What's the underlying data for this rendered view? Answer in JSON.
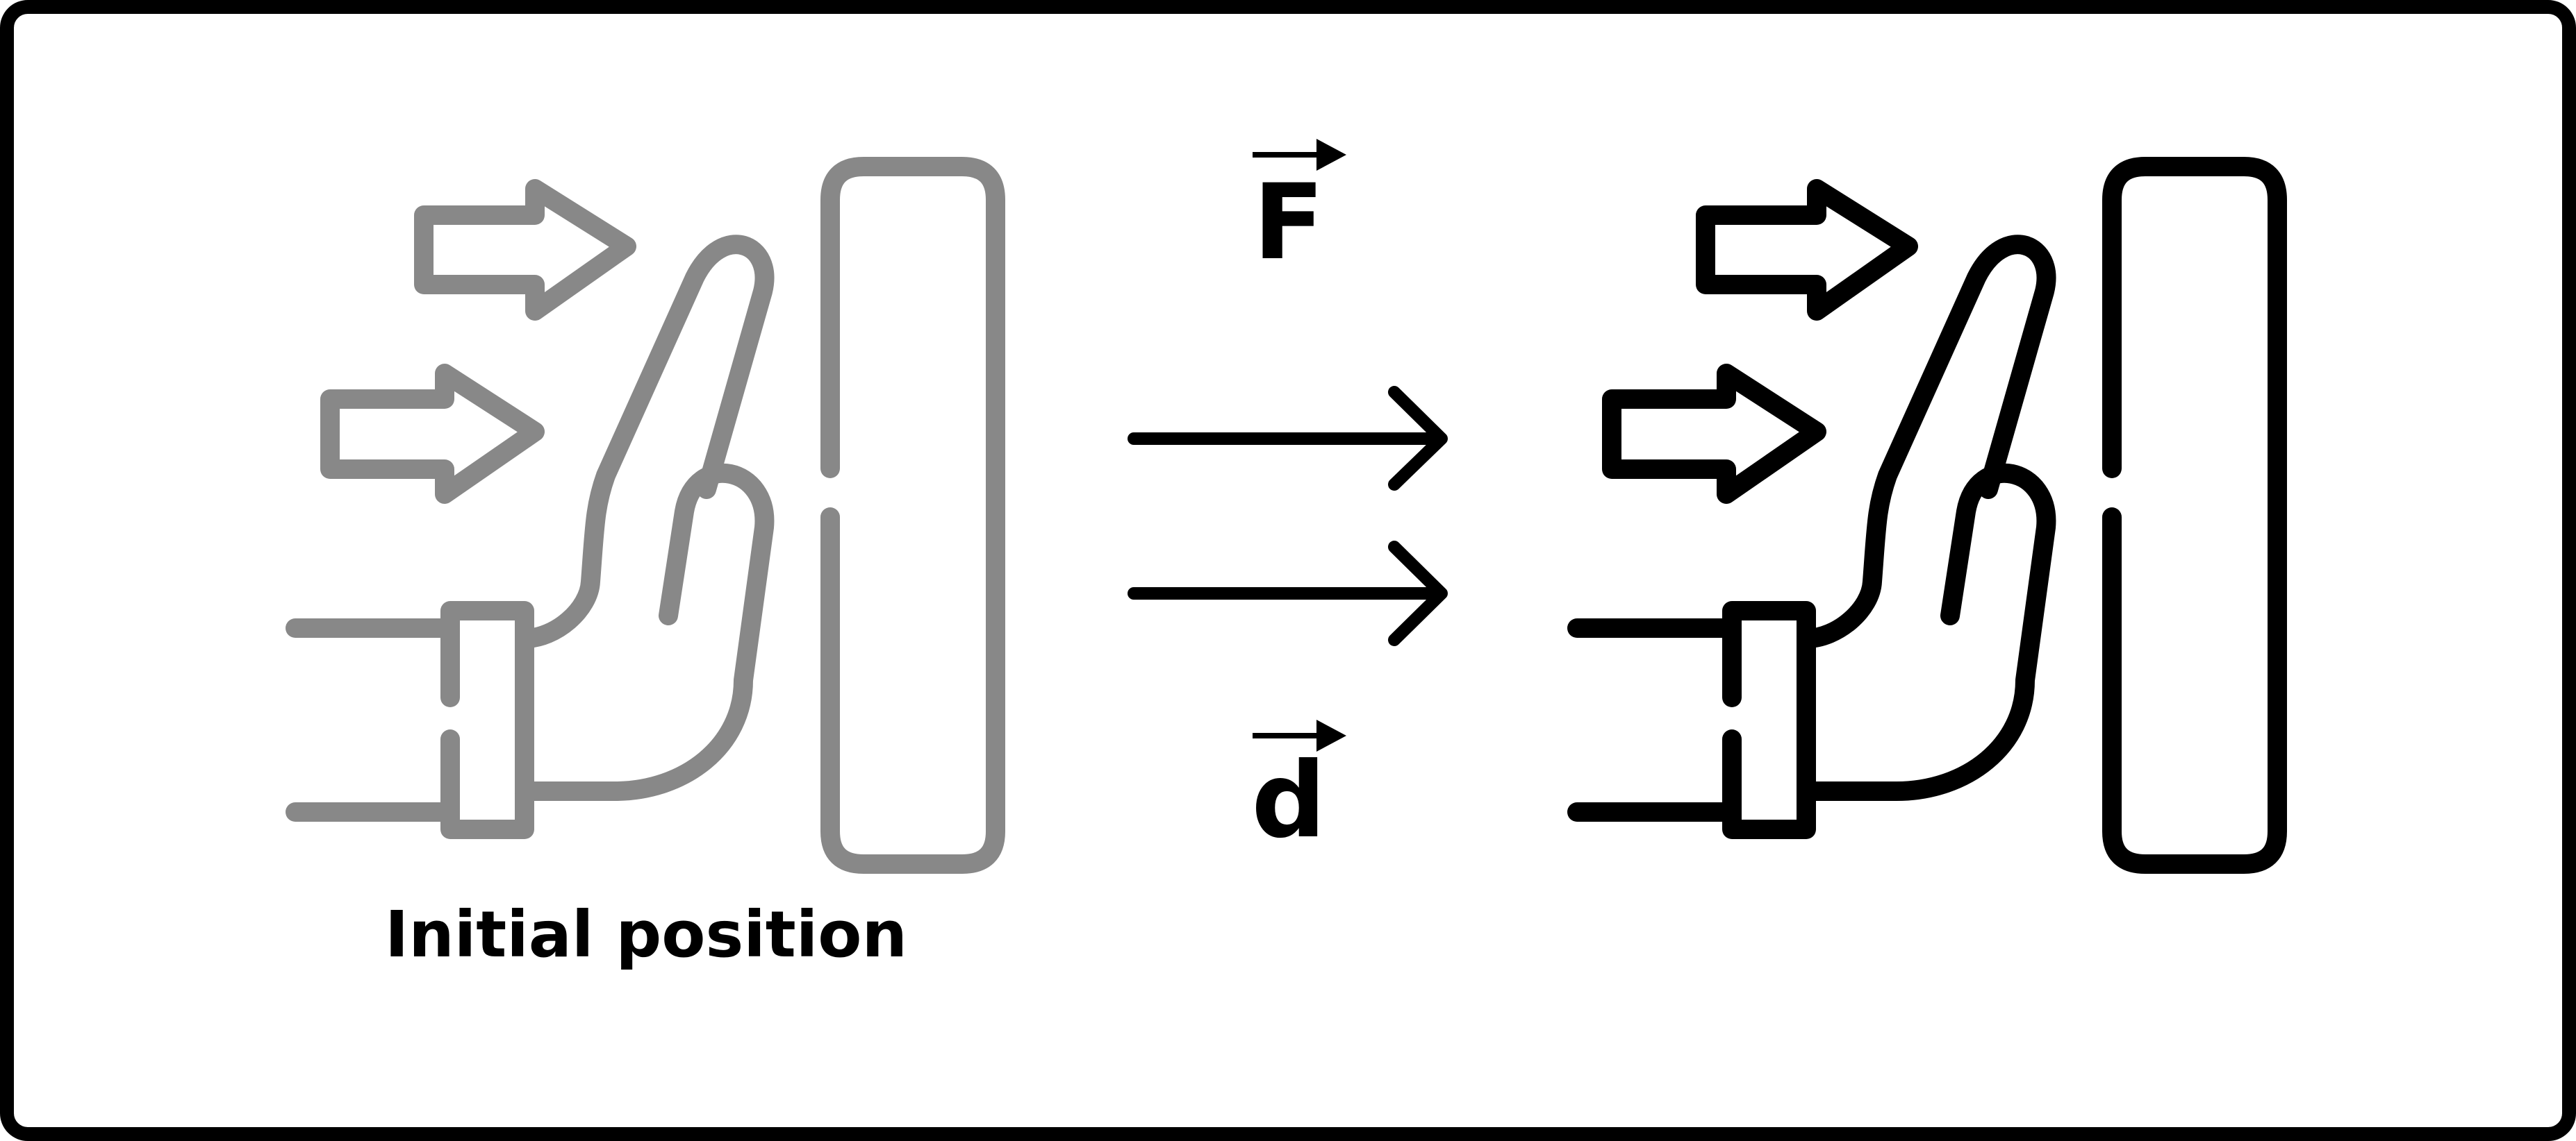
{
  "caption": "Initial position",
  "labels": {
    "force": "F",
    "displacement": "d"
  },
  "colors": {
    "initial_state": "#888888",
    "final_state": "#000000",
    "frame": "#000000",
    "background": "#ffffff"
  },
  "icons": {
    "initial_hand": "hand-pushing-icon",
    "initial_wall": "door-panel-icon",
    "final_hand": "hand-pushing-icon",
    "final_wall": "door-panel-icon",
    "force_arrows": "right-arrow-icon",
    "displacement_arrows": "right-arrow-icon"
  }
}
